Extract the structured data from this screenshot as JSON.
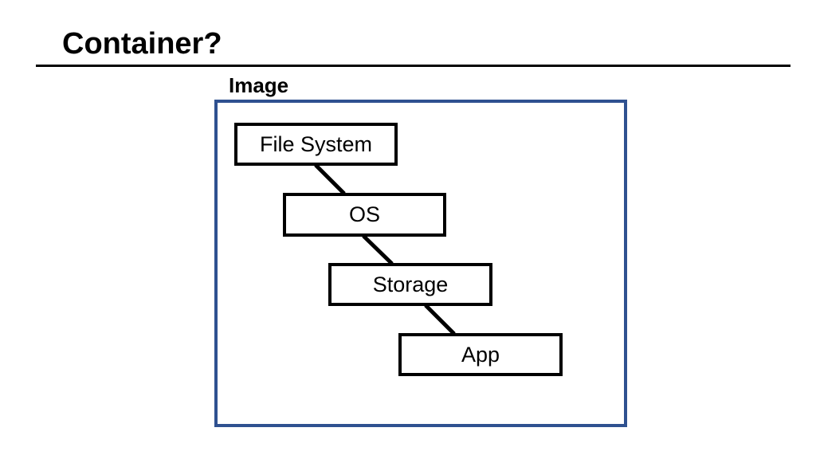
{
  "slide": {
    "title": "Container?"
  },
  "diagram": {
    "image_label": "Image",
    "frame_color": "#2f5190",
    "layers": [
      {
        "label": "File System"
      },
      {
        "label": "OS"
      },
      {
        "label": "Storage"
      },
      {
        "label": "App"
      }
    ]
  }
}
